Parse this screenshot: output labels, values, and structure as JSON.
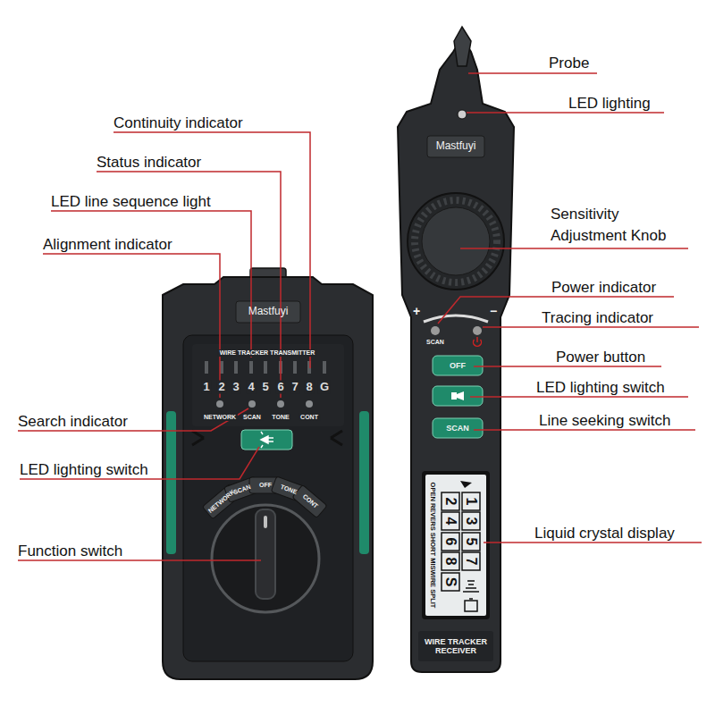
{
  "diagram": {
    "labels": [
      "Probe",
      "LED lighting",
      "Continuity indicator",
      "Status indicator",
      "LED line sequence light",
      "Alignment indicator",
      "Sensitivity Adjustment Knob",
      "Power indicator",
      "Tracing indicator",
      "Power button",
      "LED lighting switch",
      "Line seeking switch",
      "Search indicator",
      "LED lighting switch",
      "Function switch",
      "Liquid crystal display",
      "Mastfuyi",
      "WIRE TRACKER TRANSMITTER",
      "1",
      "2",
      "3",
      "4",
      "5",
      "6",
      "7",
      "8",
      "G",
      "NETWORK",
      "SCAN",
      "TONE",
      "CONT",
      "SCAN",
      "OFF",
      "TONE",
      "NETWORK",
      "CONT",
      "Mastfuyi",
      "+",
      "−",
      "SCAN",
      "OFF",
      "SCAN",
      "1",
      "3",
      "5",
      "7",
      "2",
      "4",
      "6",
      "8",
      "S",
      "OPEN REVERS SHORT MISWIRE SPLIT",
      "WIRE TRACKER RECEIVER"
    ]
  }
}
